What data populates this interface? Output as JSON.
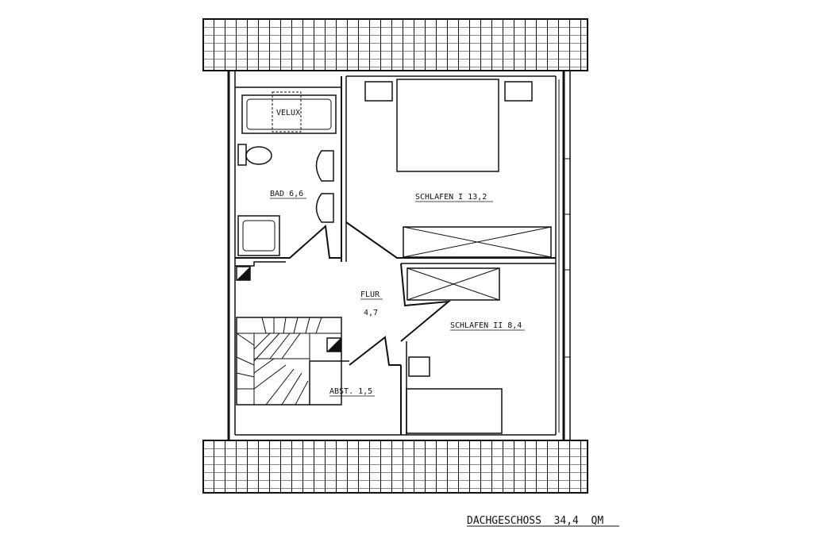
{
  "plan": {
    "title": "DACHGESCHOSS  34,4  QM",
    "rooms": {
      "bad": "BAD 6,6",
      "schlafen1": "SCHLAFEN I  13,2",
      "flur_name": "FLUR",
      "flur_area": "4,7",
      "schlafen2": "SCHLAFEN II  8,4",
      "abst": "ABST.  1,5"
    },
    "fixtures": {
      "velux": "VELUX"
    }
  }
}
